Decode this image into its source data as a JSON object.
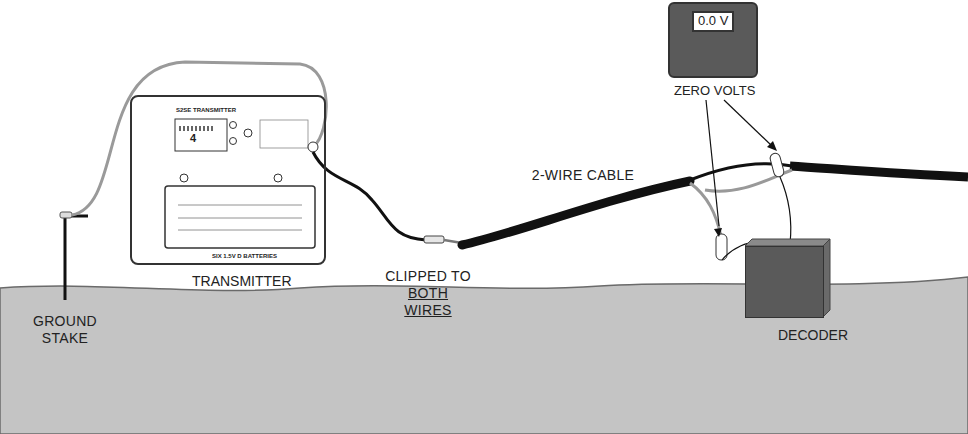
{
  "diagram": {
    "nodes": [
      {
        "text": [
          "0.0 V",
          "ZERO VOLTS"
        ]
      },
      {
        "text": [
          "S2SE TRANSMITTER",
          "4",
          "SIX 1.5V D BATTERIES",
          "TRANSMITTER"
        ]
      },
      {
        "text": [
          "DECODER"
        ]
      }
    ],
    "labels": [
      "GROUND STAKE",
      "CLIPPED TO",
      "BOTH WIRES",
      "2-WIRE CABLE"
    ]
  }
}
